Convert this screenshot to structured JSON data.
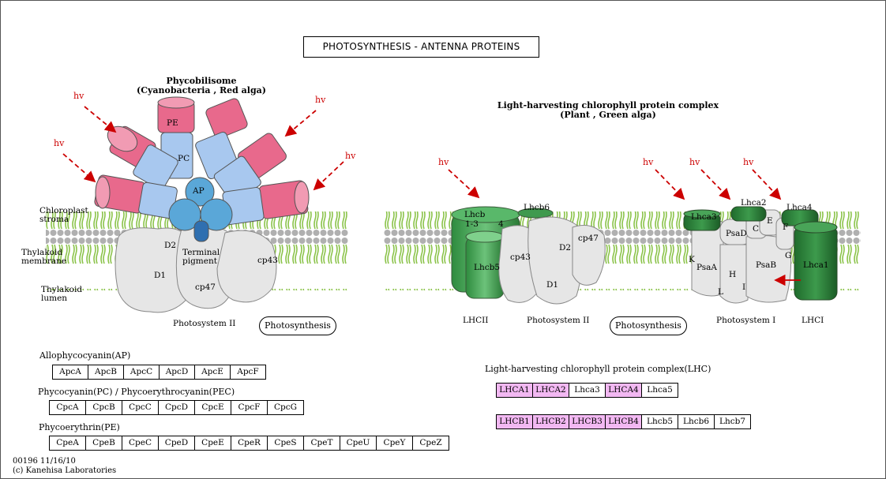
{
  "title": "PHOTOSYNTHESIS - ANTENNA PROTEINS",
  "phycobilisome": {
    "title": "Phycobilisome",
    "subtitle": "(Cyanobacteria , Red alga)",
    "rod_labels": {
      "pe": "PE",
      "pc": "PC",
      "ap": "AP"
    },
    "terminal_pigment": [
      "Terminal",
      "pigment"
    ],
    "psii_labels": {
      "d2": "D2",
      "d1": "D1",
      "cp43": "cp43",
      "cp47": "cp47"
    },
    "photosystem_ii": "Photosystem II",
    "photosynthesis_link": "Photosynthesis"
  },
  "membrane_labels": {
    "stroma": [
      "Chloroplast",
      "stroma"
    ],
    "membrane": [
      "Thylakoid",
      "membrane"
    ],
    "lumen": [
      "Thylakoid",
      "lumen"
    ]
  },
  "lhc_complex": {
    "title": "Light-harvesting chlorophyll protein complex",
    "subtitle": "(Plant , Green alga)",
    "lhcii_labels": {
      "lhcb": "Lhcb",
      "l3": "1-3",
      "four": "4",
      "lhcb5": "Lhcb5",
      "lhcb6": "Lhcb6"
    },
    "psii_labels": {
      "cp43": "cp43",
      "d2": "D2",
      "d1": "D1",
      "cp47": "cp47"
    },
    "psi_labels": {
      "k": "K",
      "psaa": "PsaA",
      "h": "H",
      "l": "L",
      "i": "I",
      "psab": "PsaB",
      "psad": "PsaD",
      "c": "C",
      "e": "E",
      "f": "F",
      "g": "G"
    },
    "lhci_labels": {
      "lhca1": "Lhca1",
      "lhca2": "Lhca2",
      "lhca3": "Lhca3",
      "lhca4": "Lhca4"
    },
    "captions": {
      "lhcii": "LHCII",
      "psii": "Photosystem II",
      "psi": "Photosystem I",
      "lhci": "LHCI"
    },
    "photosynthesis_link": "Photosynthesis"
  },
  "hv_label": "hv",
  "gene_groups_left": [
    {
      "label": "Allophycocyanin(AP)",
      "genes": [
        "ApcA",
        "ApcB",
        "ApcC",
        "ApcD",
        "ApcE",
        "ApcF"
      ]
    },
    {
      "label": "Phycocyanin(PC) / Phycoerythrocyanin(PEC)",
      "genes": [
        "CpcA",
        "CpcB",
        "CpcC",
        "CpcD",
        "CpcE",
        "CpcF",
        "CpcG"
      ]
    },
    {
      "label": "Phycoerythrin(PE)",
      "genes": [
        "CpeA",
        "CpeB",
        "CpeC",
        "CpeD",
        "CpeE",
        "CpeR",
        "CpeS",
        "CpeT",
        "CpeU",
        "CpeY",
        "CpeZ"
      ]
    }
  ],
  "lhc_genes": {
    "label": "Light-harvesting chlorophyll protein complex(LHC)",
    "lhca": [
      {
        "name": "LHCA1",
        "highlight": true
      },
      {
        "name": "LHCA2",
        "highlight": true
      },
      {
        "name": "Lhca3",
        "highlight": false
      },
      {
        "name": "LHCA4",
        "highlight": true
      },
      {
        "name": "Lhca5",
        "highlight": false
      }
    ],
    "lhcb": [
      {
        "name": "LHCB1",
        "highlight": true
      },
      {
        "name": "LHCB2",
        "highlight": true
      },
      {
        "name": "LHCB3",
        "highlight": true
      },
      {
        "name": "LHCB4",
        "highlight": true
      },
      {
        "name": "Lhcb5",
        "highlight": false
      },
      {
        "name": "Lhcb6",
        "highlight": false
      },
      {
        "name": "Lhcb7",
        "highlight": false
      }
    ]
  },
  "footer": {
    "map_id": "00196 11/16/10",
    "copyright": "(c) Kanehisa Laboratories"
  },
  "colors": {
    "highlight": "#f2b8f2",
    "pe_pink": "#e8698c",
    "pc_blue": "#a8c8ef",
    "ap_blue": "#5aa7d8",
    "lhc_green": "#3a9a4a",
    "hv_red": "#cc0000"
  }
}
